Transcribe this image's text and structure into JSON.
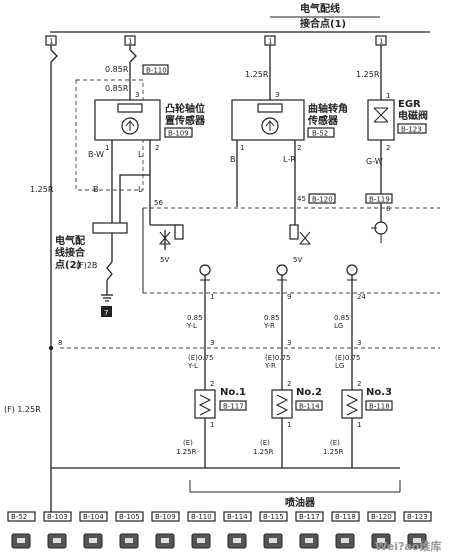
{
  "title": {
    "line1": "电气配线",
    "line2": "接合点(1)"
  },
  "fuse_marker": "1",
  "sensors": {
    "cam": {
      "name_l1": "凸轮轴位",
      "name_l2": "置传感器",
      "code": "B-109",
      "wire_in_top": "0.85R",
      "wire_in_code": "B-110",
      "wire_in_2": "0.85R",
      "pin_top": "3",
      "pin1": "1",
      "pin2": "2",
      "wire_a": "B-W",
      "wire_b": "L"
    },
    "crank": {
      "name_l1": "曲轴转角",
      "name_l2": "传感器",
      "code": "B-52",
      "wire_in_top": "1.25R",
      "pin_top": "3",
      "pin1": "1",
      "pin2": "2",
      "wire_a": "B",
      "wire_b": "L-R"
    },
    "egr": {
      "name_l1": "EGR",
      "name_l2": "电磁阀",
      "code": "B-123",
      "wire_in_top": "1.25R",
      "pin1": "1",
      "pin2": "2",
      "wire_a": "G-W"
    }
  },
  "junction2": {
    "name_l1": "电气配",
    "name_l2": "线接合",
    "name_l3": "点(2)",
    "ground_label": "(F)2B",
    "ground_id": "7"
  },
  "wires": {
    "left_main": "1.25R",
    "left_f": "(F) 1.25R",
    "b_label": "B",
    "l_label": "L",
    "pin56": "56",
    "pin45": "45",
    "pin45_code": "B-120",
    "pin6": "6",
    "pin6_code": "B-119",
    "pin8": "8"
  },
  "ecu": {
    "res_label": "5V",
    "res_label2": "5V"
  },
  "injectors": {
    "title": "喷油器",
    "items": [
      {
        "name": "No.1",
        "code": "B-117",
        "ecu_pin": "1",
        "wire_top": "0.85",
        "color_top": "Y-L",
        "pin_mid": "3",
        "wire_mid": "(E)0.75",
        "color_mid": "Y-L",
        "pin_inj": "2",
        "pin_low": "1",
        "wire_low": "(E)",
        "wire_low2": "1.25R"
      },
      {
        "name": "No.2",
        "code": "B-114",
        "ecu_pin": "9",
        "wire_top": "0.85",
        "color_top": "Y-R",
        "pin_mid": "3",
        "wire_mid": "(E)0.75",
        "color_mid": "Y-R",
        "pin_inj": "2",
        "pin_low": "1",
        "wire_low": "(E)",
        "wire_low2": "1.25R"
      },
      {
        "name": "No.3",
        "code": "B-118",
        "ecu_pin": "24",
        "wire_top": "0.85",
        "color_top": "LG",
        "pin_mid": "3",
        "wire_mid": "(E)0.75",
        "color_mid": "LG",
        "pin_inj": "2",
        "pin_low": "1",
        "wire_low": "(E)",
        "wire_low2": "1.25R"
      }
    ]
  },
  "connectors": [
    {
      "code": "B-52"
    },
    {
      "code": "B-103"
    },
    {
      "code": "B-104"
    },
    {
      "code": "B-105"
    },
    {
      "code": "B-109"
    },
    {
      "code": "B-110"
    },
    {
      "code": "B-114"
    },
    {
      "code": "B-115"
    },
    {
      "code": "B-117"
    },
    {
      "code": "B-118"
    },
    {
      "code": "B-120"
    },
    {
      "code": "B-123"
    }
  ],
  "watermark": "Wei?ao维库"
}
